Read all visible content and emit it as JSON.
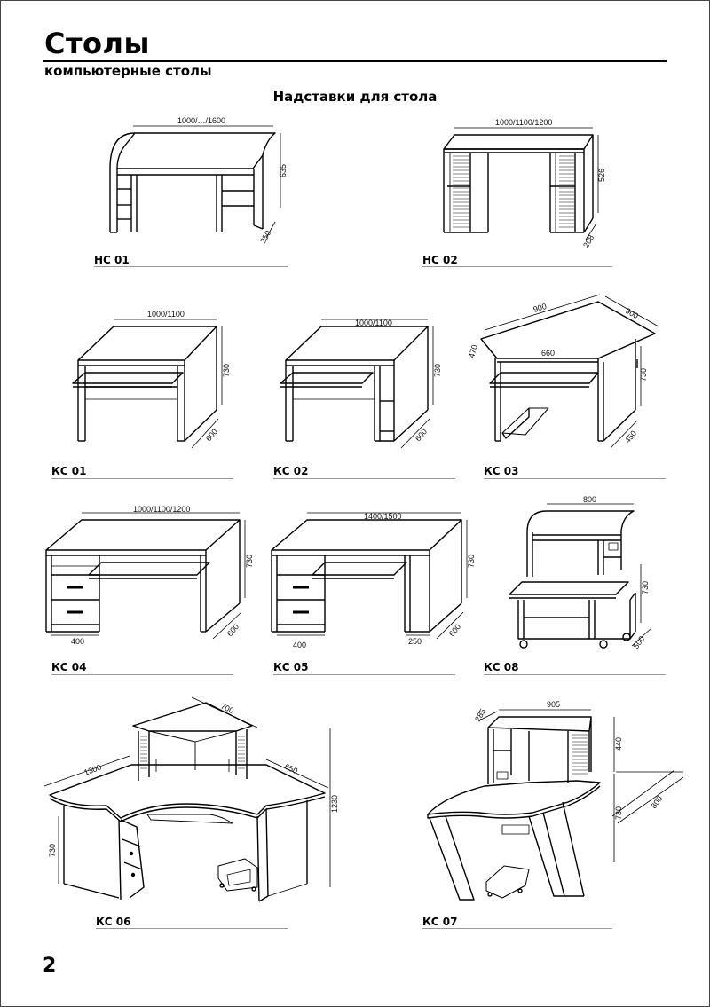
{
  "page": {
    "title": "Столы",
    "subtitle": "компьютерные столы",
    "section_title": "Надставки для стола",
    "page_number": "2"
  },
  "products": [
    {
      "code": "НС 01",
      "dims": [
        "1000/…/1600",
        "635",
        "250"
      ]
    },
    {
      "code": "НС 02",
      "dims": [
        "1000/1100/1200",
        "526",
        "208"
      ]
    },
    {
      "code": "КС 01",
      "dims": [
        "1000/1100",
        "730",
        "600"
      ]
    },
    {
      "code": "КС 02",
      "dims": [
        "1000/1100",
        "730",
        "600"
      ]
    },
    {
      "code": "КС 03",
      "dims": [
        "900",
        "900",
        "470",
        "660",
        "730",
        "450"
      ]
    },
    {
      "code": "КС 04",
      "dims": [
        "1000/1100/1200",
        "730",
        "600",
        "400"
      ]
    },
    {
      "code": "КС 05",
      "dims": [
        "1400/1500",
        "730",
        "600",
        "400",
        "250"
      ]
    },
    {
      "code": "КС 08",
      "dims": [
        "800",
        "730",
        "500"
      ]
    },
    {
      "code": "КС 06",
      "dims": [
        "700",
        "1300",
        "650",
        "1230",
        "730"
      ]
    },
    {
      "code": "КС 07",
      "dims": [
        "285",
        "905",
        "440",
        "730",
        "800"
      ]
    }
  ]
}
